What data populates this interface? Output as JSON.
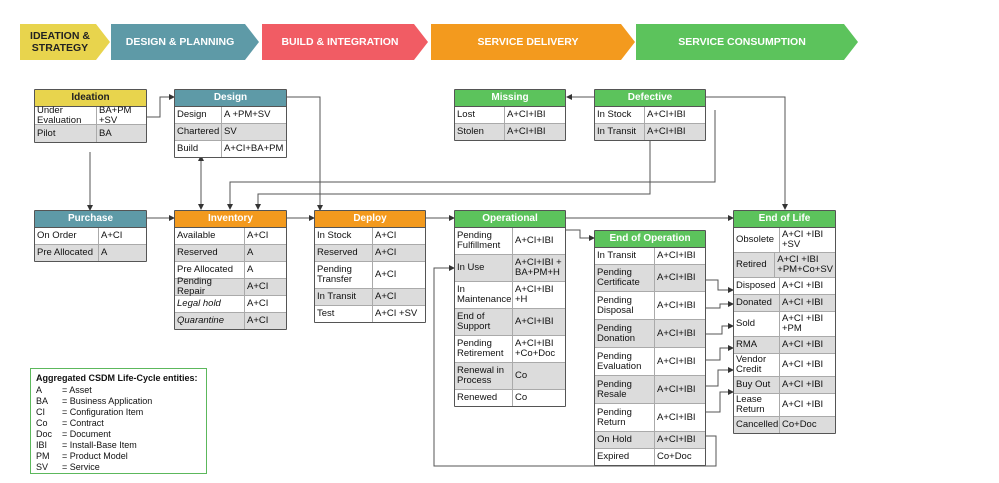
{
  "phases": [
    {
      "label": "IDEATION &\nSTRATEGY",
      "color": "#e8d44d",
      "text": "#222"
    },
    {
      "label": "DESIGN & PLANNING",
      "color": "#5e9aa7",
      "text": "#fff"
    },
    {
      "label": "BUILD & INTEGRATION",
      "color": "#f15c64",
      "text": "#fff"
    },
    {
      "label": "SERVICE DELIVERY",
      "color": "#f39a1e",
      "text": "#fff"
    },
    {
      "label": "SERVICE CONSUMPTION",
      "color": "#5cc35c",
      "text": "#fff"
    }
  ],
  "boxes": {
    "ideation": {
      "title": "Ideation",
      "color": "#e8d44d",
      "rows": [
        [
          "Under Evaluation",
          "BA+PM +SV"
        ],
        [
          "Pilot",
          "BA"
        ]
      ]
    },
    "design": {
      "title": "Design",
      "color": "#5e9aa7",
      "rows": [
        [
          "Design",
          "A +PM+SV"
        ],
        [
          "Chartered",
          "SV"
        ],
        [
          "Build",
          "A+CI+BA+PM"
        ]
      ]
    },
    "purchase": {
      "title": "Purchase",
      "color": "#5e9aa7",
      "rows": [
        [
          "On Order",
          "A+CI"
        ],
        [
          "Pre Allocated",
          "A"
        ]
      ]
    },
    "inventory": {
      "title": "Inventory",
      "color": "#f39a1e",
      "rows": [
        [
          "Available",
          "A+CI"
        ],
        [
          "Reserved",
          "A"
        ],
        [
          "Pre Allocated",
          "A"
        ],
        [
          "Pending Repair",
          "A+CI"
        ],
        [
          "Legal hold",
          "A+CI"
        ],
        [
          "Quarantine",
          "A+CI"
        ]
      ]
    },
    "deploy": {
      "title": "Deploy",
      "color": "#f39a1e",
      "rows": [
        [
          "In Stock",
          "A+CI"
        ],
        [
          "Reserved",
          "A+CI"
        ],
        [
          "Pending Transfer",
          "A+CI"
        ],
        [
          "In Transit",
          "A+CI"
        ],
        [
          "Test",
          "A+CI +SV"
        ]
      ]
    },
    "operational": {
      "title": "Operational",
      "color": "#5cc35c",
      "rows": [
        [
          "Pending Fulfillment",
          "A+CI+IBI"
        ],
        [
          "In Use",
          "A+CI+IBI + BA+PM+H"
        ],
        [
          "In Maintenance",
          "A+CI+IBI +H"
        ],
        [
          "End of Support",
          "A+CI+IBI"
        ],
        [
          "Pending Retirement",
          "A+CI+IBI +Co+Doc"
        ],
        [
          "Renewal in Process",
          "Co"
        ],
        [
          "Renewed",
          "Co"
        ]
      ]
    },
    "missing": {
      "title": "Missing",
      "color": "#5cc35c",
      "rows": [
        [
          "Lost",
          "A+CI+IBI"
        ],
        [
          "Stolen",
          "A+CI+IBI"
        ]
      ]
    },
    "defective": {
      "title": "Defective",
      "color": "#5cc35c",
      "rows": [
        [
          "In Stock",
          "A+CI+IBI"
        ],
        [
          "In Transit",
          "A+CI+IBI"
        ]
      ]
    },
    "endop": {
      "title": "End of Operation",
      "color": "#5cc35c",
      "rows": [
        [
          "In Transit",
          "A+CI+IBI"
        ],
        [
          "Pending Certificate",
          "A+CI+IBI"
        ],
        [
          "Pending Disposal",
          "A+CI+IBI"
        ],
        [
          "Pending Donation",
          "A+CI+IBI"
        ],
        [
          "Pending Evaluation",
          "A+CI+IBI"
        ],
        [
          "Pending Resale",
          "A+CI+IBI"
        ],
        [
          "Pending Return",
          "A+CI+IBI"
        ],
        [
          "On Hold",
          "A+CI+IBI"
        ],
        [
          "Expired",
          "Co+Doc"
        ]
      ]
    },
    "eol": {
      "title": "End of Life",
      "color": "#5cc35c",
      "rows": [
        [
          "Obsolete",
          "A+CI +IBI +SV"
        ],
        [
          "Retired",
          "A+CI +IBI +PM+Co+SV"
        ],
        [
          "Disposed",
          "A+CI +IBI"
        ],
        [
          "Donated",
          "A+CI +IBI"
        ],
        [
          "Sold",
          "A+CI +IBI +PM"
        ],
        [
          "RMA",
          "A+CI +IBI"
        ],
        [
          "Vendor Credit",
          "A+CI +IBI"
        ],
        [
          "Buy Out",
          "A+CI +IBI"
        ],
        [
          "Lease Return",
          "A+CI +IBI"
        ],
        [
          "Cancelled",
          "Co+Doc"
        ]
      ]
    }
  },
  "legend": {
    "title": "Aggregated CSDM Life-Cycle entities:",
    "items": [
      [
        "A",
        "= Asset"
      ],
      [
        "BA",
        "= Business Application"
      ],
      [
        "CI",
        "= Configuration Item"
      ],
      [
        "Co",
        "= Contract"
      ],
      [
        "Doc",
        "= Document"
      ],
      [
        "IBI",
        "= Install-Base Item"
      ],
      [
        "PM",
        "= Product Model"
      ],
      [
        "SV",
        "= Service"
      ]
    ]
  }
}
